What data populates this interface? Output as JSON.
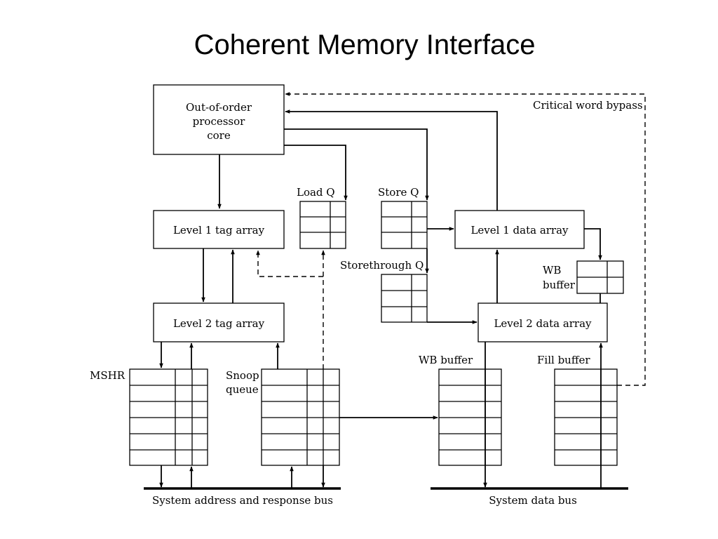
{
  "slide": {
    "title": "Coherent Memory Interface"
  },
  "blocks": {
    "core": [
      "Out-of-order",
      "processor",
      "core"
    ],
    "l1_tag": "Level 1 tag array",
    "l2_tag": "Level 2 tag array",
    "l1_data": "Level 1 data array",
    "l2_data": "Level 2 data array"
  },
  "queues": {
    "load_q": "Load Q",
    "store_q": "Store Q",
    "storethrough_q": "Storethrough Q",
    "wb_buffer_small": [
      "WB",
      "buffer"
    ],
    "mshr": "MSHR",
    "snoop_queue": [
      "Snoop",
      "queue"
    ],
    "wb_buffer": "WB buffer",
    "fill_buffer": "Fill buffer"
  },
  "paths": {
    "critical_word_bypass": "Critical word bypass"
  },
  "buses": {
    "address_bus": "System address and response bus",
    "data_bus": "System data bus"
  }
}
